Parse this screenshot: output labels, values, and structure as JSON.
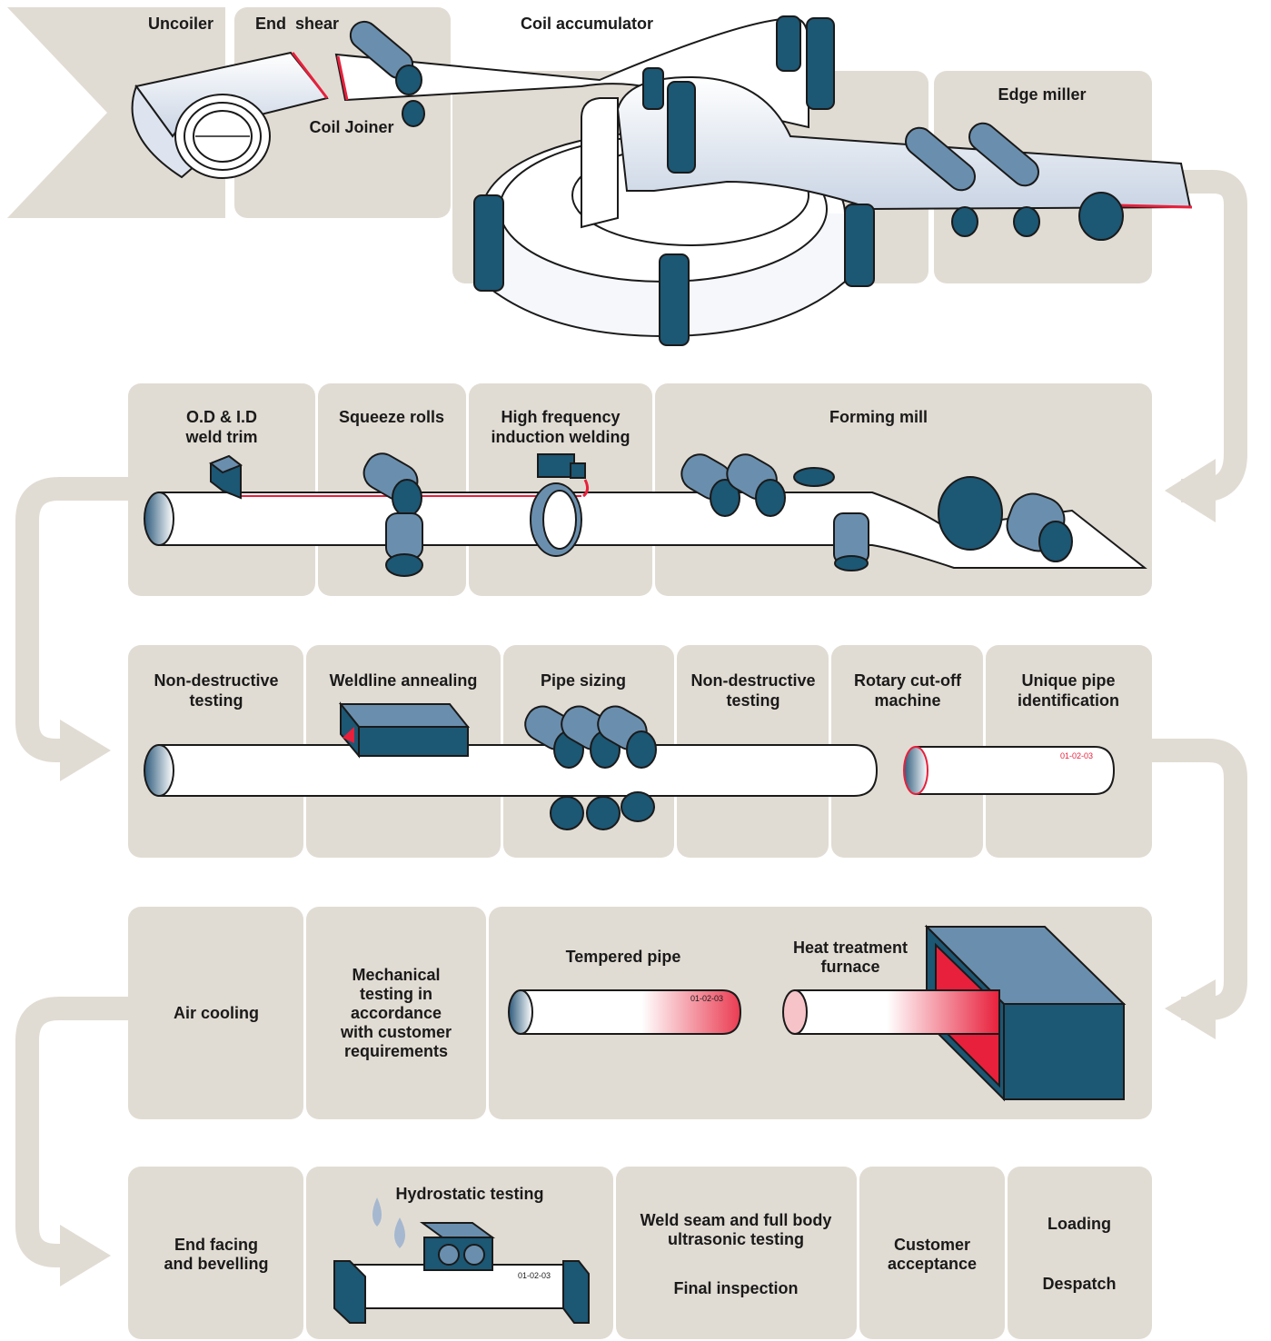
{
  "colors": {
    "panel": "#e1dcd3",
    "machine": "#1c5774",
    "machine_light": "#6a8fae",
    "steel": "#ffffff",
    "weld": "#e8203c",
    "text": "#1a1a1a"
  },
  "row1": {
    "uncoiler": "Uncoiler",
    "end_shear": "End  shear",
    "coil_joiner": "Coil Joiner",
    "coil_accumulator": "Coil accumulator",
    "edge_miller": "Edge miller"
  },
  "row2": {
    "weld_trim": [
      "O.D & I.D",
      "weld trim"
    ],
    "squeeze_rolls": "Squeeze rolls",
    "hf_welding": [
      "High frequency",
      "induction welding"
    ],
    "forming_mill": "Forming mill"
  },
  "row3": {
    "ndt1": [
      "Non-destructive",
      "testing"
    ],
    "weldline_annealing": "Weldline annealing",
    "pipe_sizing": "Pipe sizing",
    "ndt2": [
      "Non-destructive",
      "testing"
    ],
    "rotary_cutoff": [
      "Rotary cut-off",
      "machine"
    ],
    "unique_id": [
      "Unique pipe",
      "identification"
    ],
    "pipe_code": "01-02-03"
  },
  "row4": {
    "air_cooling": "Air cooling",
    "mechanical_testing": [
      "Mechanical",
      "testing in",
      "accordance",
      "with customer",
      "requirements"
    ],
    "tempered_pipe": "Tempered pipe",
    "heat_treatment": [
      "Heat treatment",
      "furnace"
    ],
    "pipe_code": "01-02-03"
  },
  "row5": {
    "end_facing": [
      "End facing",
      "and bevelling"
    ],
    "hydrostatic": "Hydrostatic testing",
    "ultrasonic": [
      "Weld seam and full body",
      "ultrasonic testing"
    ],
    "final_inspection": "Final inspection",
    "customer_acceptance": [
      "Customer",
      "acceptance"
    ],
    "loading": "Loading",
    "despatch": "Despatch",
    "pipe_code": "01-02-03"
  }
}
